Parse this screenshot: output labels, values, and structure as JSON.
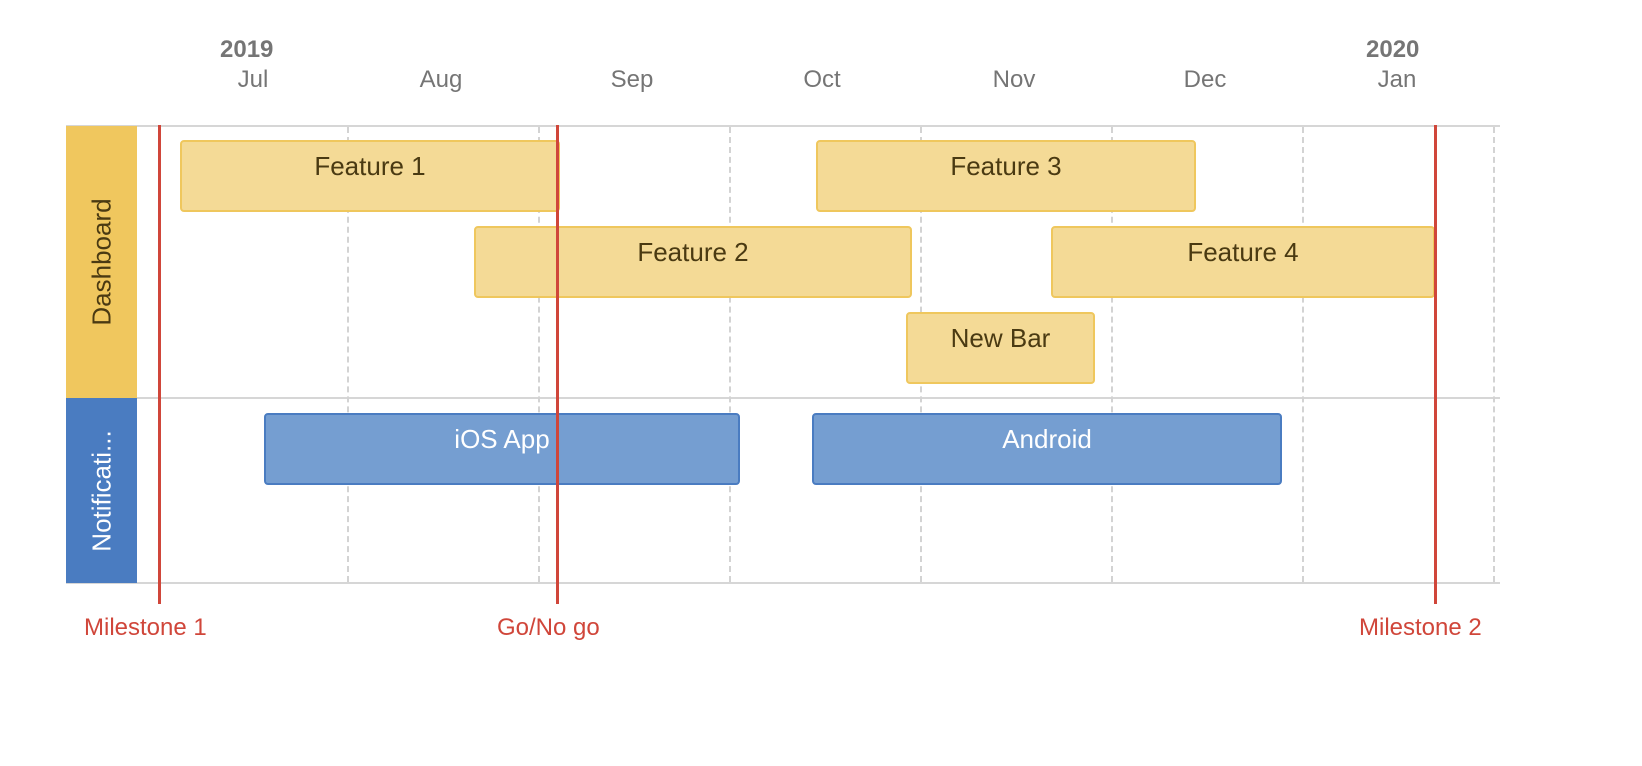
{
  "colors": {
    "dashboard_lane": "#f0c75e",
    "notifications_lane": "#4a7cc1",
    "yellow_bar_fill": "#f4da96",
    "blue_bar_fill": "#759ed1",
    "milestone": "#d0463a",
    "axis_text": "#757575"
  },
  "timeline": {
    "years": [
      {
        "label": "2019"
      },
      {
        "label": "2020"
      }
    ],
    "months": [
      "Jul",
      "Aug",
      "Sep",
      "Oct",
      "Nov",
      "Dec",
      "Jan"
    ]
  },
  "lanes": [
    {
      "id": "dashboard",
      "label": "Dashboard"
    },
    {
      "id": "notifications",
      "label": "Notificati..."
    }
  ],
  "bars": [
    {
      "label": "Feature 1",
      "lane": "dashboard"
    },
    {
      "label": "Feature 2",
      "lane": "dashboard"
    },
    {
      "label": "Feature 3",
      "lane": "dashboard"
    },
    {
      "label": "Feature 4",
      "lane": "dashboard"
    },
    {
      "label": "New Bar",
      "lane": "dashboard"
    },
    {
      "label": "iOS App",
      "lane": "notifications"
    },
    {
      "label": "Android",
      "lane": "notifications"
    }
  ],
  "milestones": [
    {
      "label": "Milestone 1"
    },
    {
      "label": "Go/No go"
    },
    {
      "label": "Milestone 2"
    }
  ]
}
